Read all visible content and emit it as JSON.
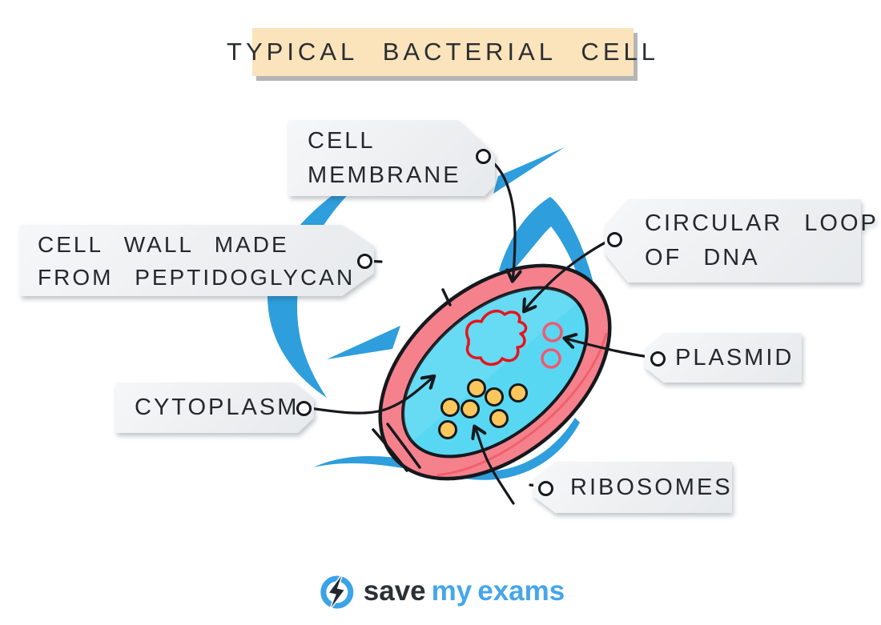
{
  "title": {
    "text": "TYPICAL BACTERIAL CELL"
  },
  "tags": {
    "cell_membrane": {
      "lines": [
        "CELL",
        "MEMBRANE"
      ]
    },
    "cell_wall": {
      "lines": [
        "CELL WALL MADE",
        "FROM PEPTIDOGLYCAN"
      ]
    },
    "circular_dna": {
      "lines": [
        "CIRCULAR LOOP",
        "OF DNA"
      ]
    },
    "plasmid": {
      "lines": [
        "PLASMID"
      ]
    },
    "cytoplasm": {
      "lines": [
        "CYTOPLASM"
      ]
    },
    "ribosomes": {
      "lines": [
        "RIBOSOMES"
      ]
    }
  },
  "illustration": {
    "subject": "typical bacterial cell",
    "ribosome_count": 7,
    "plasmid_count": 2
  },
  "logo": {
    "word1": "save",
    "word2": "my",
    "word3": "exams",
    "icon": "lightning-bolt-icon"
  },
  "colors": {
    "title_bg": "#FBE3BB",
    "tag_bg": "#EFF1F3",
    "swoosh_blue": "#2E9EDC",
    "cell_wall_pink": "#F5818D",
    "cell_wall_inner_shade": "#F0606C",
    "cytoplasm_blue": "#58D7F3",
    "dna_red": "#E91219",
    "plasmid_pink": "#F2586E",
    "ribosome_yellow": "#FBC65C",
    "outline_dark": "#15191D",
    "logo_dark": "#2B3036",
    "logo_blue": "#45A6EB"
  }
}
